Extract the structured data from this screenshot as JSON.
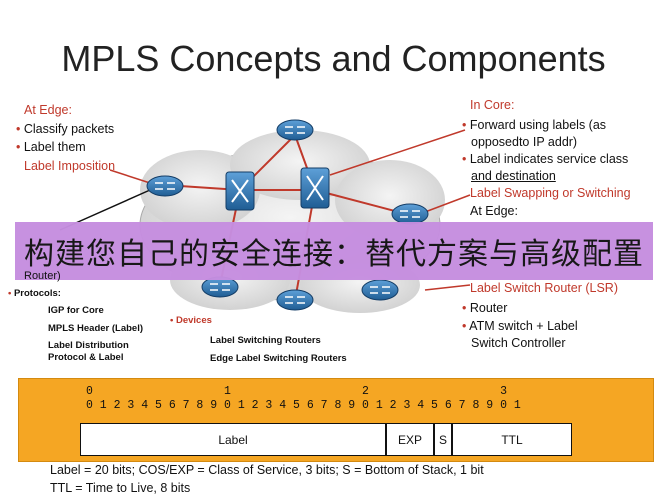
{
  "title": "MPLS Concepts and Components",
  "edge": {
    "heading": "At Edge:",
    "items": [
      "Classify packets",
      "Label them"
    ],
    "imposition": "Label Imposition"
  },
  "core": {
    "heading": "In Core:",
    "items": [
      [
        "Forward using labels (as",
        "opposedto IP addr)"
      ],
      [
        "Label indicates service class",
        "and destination"
      ]
    ],
    "swapping": "Label Swapping or Switching",
    "at_edge2": "At Edge:"
  },
  "lsr": {
    "label": "Label Switch Router (LSR)",
    "items": [
      "Router"
    ],
    "atm": [
      "ATM switch + Label",
      "Switch Controller"
    ]
  },
  "left_list": {
    "partial": "Router)",
    "heading": "Protocols:",
    "items": [
      "IGP for Core",
      "MPLS Header (Label)",
      "Label Distribution",
      "Protocol & Label"
    ]
  },
  "devices": {
    "heading": "Devices",
    "items": [
      "Label Switching Routers",
      "Edge Label Switching Routers"
    ]
  },
  "banner": "构建您自己的安全连接：替代方案与高级配置",
  "bit_row_tens": "0                   1                   2                   3",
  "bit_row_units": "0 1 2 3 4 5 6 7 8 9 0 1 2 3 4 5 6 7 8 9 0 1 2 3 4 5 6 7 8 9 0 1",
  "header_fields": {
    "label": "Label",
    "exp": "EXP",
    "s": "S",
    "ttl": "TTL"
  },
  "footer": [
    "Label = 20 bits; COS/EXP = Class of Service, 3 bits; S = Bottom of Stack, 1 bit",
    "TTL = Time to Live, 8 bits"
  ],
  "colors": {
    "accent_red": "#c0392b",
    "router_blue": "#2a6fa8",
    "banner": "#c68ee0",
    "orange": "#f5a623"
  }
}
